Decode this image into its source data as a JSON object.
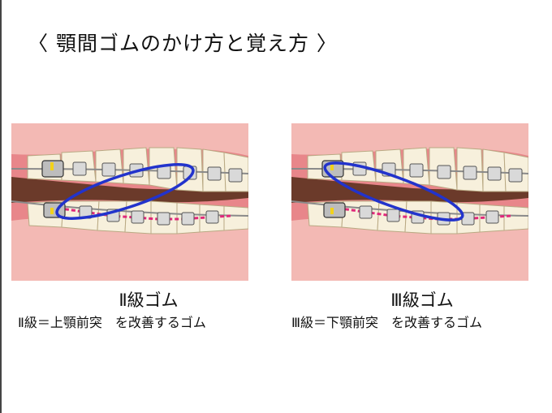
{
  "title": "〈 顎間ゴムのかけ方と覚え方 〉",
  "panels": [
    {
      "label": "Ⅱ級ゴム",
      "description": "Ⅱ級＝上顎前突　を改善するゴム"
    },
    {
      "label": "Ⅲ級ゴム",
      "description": "Ⅲ級＝下顎前突　を改善するゴム"
    }
  ],
  "colors": {
    "gum": "#e8868a",
    "gum_light": "#f3b9b4",
    "tooth": "#f7f0dc",
    "tooth_shadow": "#e6d9b5",
    "mouth_dark": "#6b3a2a",
    "wire": "#8a8a8a",
    "bracket": "#d9d9d9",
    "chain": "#e0287a",
    "elastic": "#2233cc",
    "hook_yellow": "#f2d21b"
  },
  "icons": {
    "bracket": "bracket-icon",
    "molar_tube": "molar-tube-icon"
  }
}
